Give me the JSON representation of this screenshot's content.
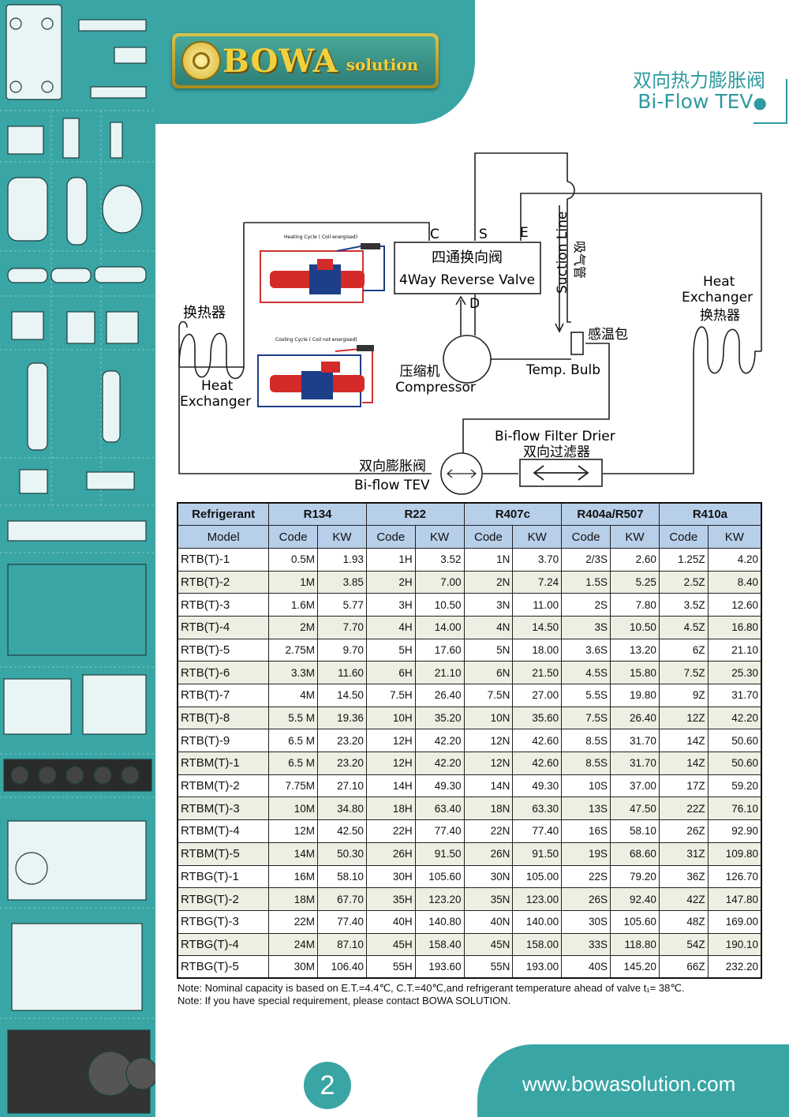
{
  "brand": {
    "logo_main": "BOWA",
    "logo_sub": "solution"
  },
  "title": {
    "cn": "双向热力膨胀阀",
    "en": "Bi-Flow TEV"
  },
  "diagram": {
    "valve_cn": "四通换向阀",
    "valve_en": "4Way Reverse Valve",
    "port_c": "C",
    "port_s": "S",
    "port_e": "E",
    "port_d": "D",
    "suction_en": "Suction Line",
    "suction_cn": "吸气管",
    "bulb_cn": "感温包",
    "bulb_en": "Temp. Bulb",
    "left_hx_cn": "换热器",
    "left_hx_en1": "Heat",
    "left_hx_en2": "Exchanger",
    "right_hx_en1": "Heat",
    "right_hx_en2": "Exchanger",
    "right_hx_cn": "换热器",
    "compressor_cn": "压缩机",
    "compressor_en": "Compressor",
    "drier_en": "Bi-flow Filter Drier",
    "drier_cn": "双向过滤器",
    "tev_cn": "双向膨胀阀",
    "tev_en": "Bi-flow TEV",
    "heating_caption": "Heating Cycle ( Coil energised)",
    "cooling_caption": "Cooling Cycle ( Coil not energised)"
  },
  "table": {
    "refrigerant_label": "Refrigerant",
    "model_label": "Model",
    "refrigerants": [
      "R134",
      "R22",
      "R407c",
      "R404a/R507",
      "R410a"
    ],
    "code_label": "Code",
    "kw_label": "KW",
    "rows": [
      {
        "model": "RTB(T)-1",
        "vals": [
          "0.5M",
          "1.93",
          "1H",
          "3.52",
          "1N",
          "3.70",
          "2/3S",
          "2.60",
          "1.25Z",
          "4.20"
        ]
      },
      {
        "model": "RTB(T)-2",
        "vals": [
          "1M",
          "3.85",
          "2H",
          "7.00",
          "2N",
          "7.24",
          "1.5S",
          "5.25",
          "2.5Z",
          "8.40"
        ]
      },
      {
        "model": "RTB(T)-3",
        "vals": [
          "1.6M",
          "5.77",
          "3H",
          "10.50",
          "3N",
          "11.00",
          "2S",
          "7.80",
          "3.5Z",
          "12.60"
        ]
      },
      {
        "model": "RTB(T)-4",
        "vals": [
          "2M",
          "7.70",
          "4H",
          "14.00",
          "4N",
          "14.50",
          "3S",
          "10.50",
          "4.5Z",
          "16.80"
        ]
      },
      {
        "model": "RTB(T)-5",
        "vals": [
          "2.75M",
          "9.70",
          "5H",
          "17.60",
          "5N",
          "18.00",
          "3.6S",
          "13.20",
          "6Z",
          "21.10"
        ]
      },
      {
        "model": "RTB(T)-6",
        "vals": [
          "3.3M",
          "11.60",
          "6H",
          "21.10",
          "6N",
          "21.50",
          "4.5S",
          "15.80",
          "7.5Z",
          "25.30"
        ]
      },
      {
        "model": "RTB(T)-7",
        "vals": [
          "4M",
          "14.50",
          "7.5H",
          "26.40",
          "7.5N",
          "27.00",
          "5.5S",
          "19.80",
          "9Z",
          "31.70"
        ]
      },
      {
        "model": "RTB(T)-8",
        "vals": [
          "5.5 M",
          "19.36",
          "10H",
          "35.20",
          "10N",
          "35.60",
          "7.5S",
          "26.40",
          "12Z",
          "42.20"
        ]
      },
      {
        "model": "RTB(T)-9",
        "vals": [
          "6.5 M",
          "23.20",
          "12H",
          "42.20",
          "12N",
          "42.60",
          "8.5S",
          "31.70",
          "14Z",
          "50.60"
        ]
      },
      {
        "model": "RTBM(T)-1",
        "vals": [
          "6.5 M",
          "23.20",
          "12H",
          "42.20",
          "12N",
          "42.60",
          "8.5S",
          "31.70",
          "14Z",
          "50.60"
        ]
      },
      {
        "model": "RTBM(T)-2",
        "vals": [
          "7.75M",
          "27.10",
          "14H",
          "49.30",
          "14N",
          "49.30",
          "10S",
          "37.00",
          "17Z",
          "59.20"
        ]
      },
      {
        "model": "RTBM(T)-3",
        "vals": [
          "10M",
          "34.80",
          "18H",
          "63.40",
          "18N",
          "63.30",
          "13S",
          "47.50",
          "22Z",
          "76.10"
        ]
      },
      {
        "model": "RTBM(T)-4",
        "vals": [
          "12M",
          "42.50",
          "22H",
          "77.40",
          "22N",
          "77.40",
          "16S",
          "58.10",
          "26Z",
          "92.90"
        ]
      },
      {
        "model": "RTBM(T)-5",
        "vals": [
          "14M",
          "50.30",
          "26H",
          "91.50",
          "26N",
          "91.50",
          "19S",
          "68.60",
          "31Z",
          "109.80"
        ]
      },
      {
        "model": "RTBG(T)-1",
        "vals": [
          "16M",
          "58.10",
          "30H",
          "105.60",
          "30N",
          "105.00",
          "22S",
          "79.20",
          "36Z",
          "126.70"
        ]
      },
      {
        "model": "RTBG(T)-2",
        "vals": [
          "18M",
          "67.70",
          "35H",
          "123.20",
          "35N",
          "123.00",
          "26S",
          "92.40",
          "42Z",
          "147.80"
        ]
      },
      {
        "model": "RTBG(T)-3",
        "vals": [
          "22M",
          "77.40",
          "40H",
          "140.80",
          "40N",
          "140.00",
          "30S",
          "105.60",
          "48Z",
          "169.00"
        ]
      },
      {
        "model": "RTBG(T)-4",
        "vals": [
          "24M",
          "87.10",
          "45H",
          "158.40",
          "45N",
          "158.00",
          "33S",
          "118.80",
          "54Z",
          "190.10"
        ]
      },
      {
        "model": "RTBG(T)-5",
        "vals": [
          "30M",
          "106.40",
          "55H",
          "193.60",
          "55N",
          "193.00",
          "40S",
          "145.20",
          "66Z",
          "232.20"
        ]
      }
    ]
  },
  "notes": [
    "Note: Nominal capacity is based on E.T.=4.4℃, C.T.=40℃,and refrigerant temperature ahead of valve t₁= 38℃.",
    "Note: If you have special requirement, please contact BOWA SOLUTION."
  ],
  "footer": {
    "url": "www.bowasolution.com",
    "page": "2"
  },
  "colors": {
    "teal": "#3aa5a5",
    "title": "#2f9aa0",
    "header_cell": "#b8cfea",
    "alt_row": "#eeeee2"
  }
}
